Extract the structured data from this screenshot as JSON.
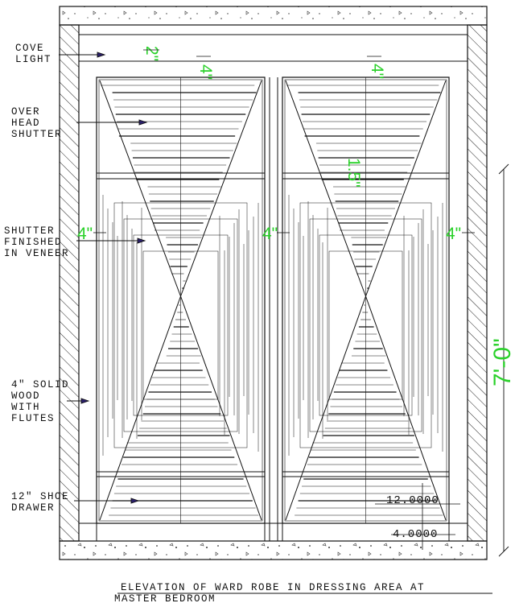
{
  "drawing": {
    "title_line1": "ELEVATION OF WARD ROBE IN DRESSING AREA AT",
    "title_line2": "MASTER BEDROOM",
    "overall_height": "7'-0\"",
    "dim_top": "2\"",
    "dim_shutter_top_left": "4\"",
    "dim_shutter_top_right": "4\"",
    "dim_rail": "1.5\"",
    "dim_stile_left": "4\"",
    "dim_stile_mid": "4\"",
    "dim_stile_right": "4\"",
    "dim_drawer_value": "12.0000",
    "dim_plinth_value": "4.0000"
  },
  "labels": {
    "cove_light": [
      "COVE",
      "LIGHT"
    ],
    "overhead_shutter": [
      "OVER",
      "HEAD",
      "SHUTTER"
    ],
    "shutter_veneer": [
      "SHUTTER",
      "FINISHED",
      "IN VENEER"
    ],
    "solid_wood": [
      "4\" SOLID",
      "WOOD",
      "WITH",
      "FLUTES"
    ],
    "shoe_drawer": [
      "12\" SHOE",
      "DRAWER"
    ]
  },
  "colors": {
    "line": "#111111",
    "dimension": "#2ad12a",
    "leader": "#2a1f6b",
    "hatch": "#222222"
  }
}
